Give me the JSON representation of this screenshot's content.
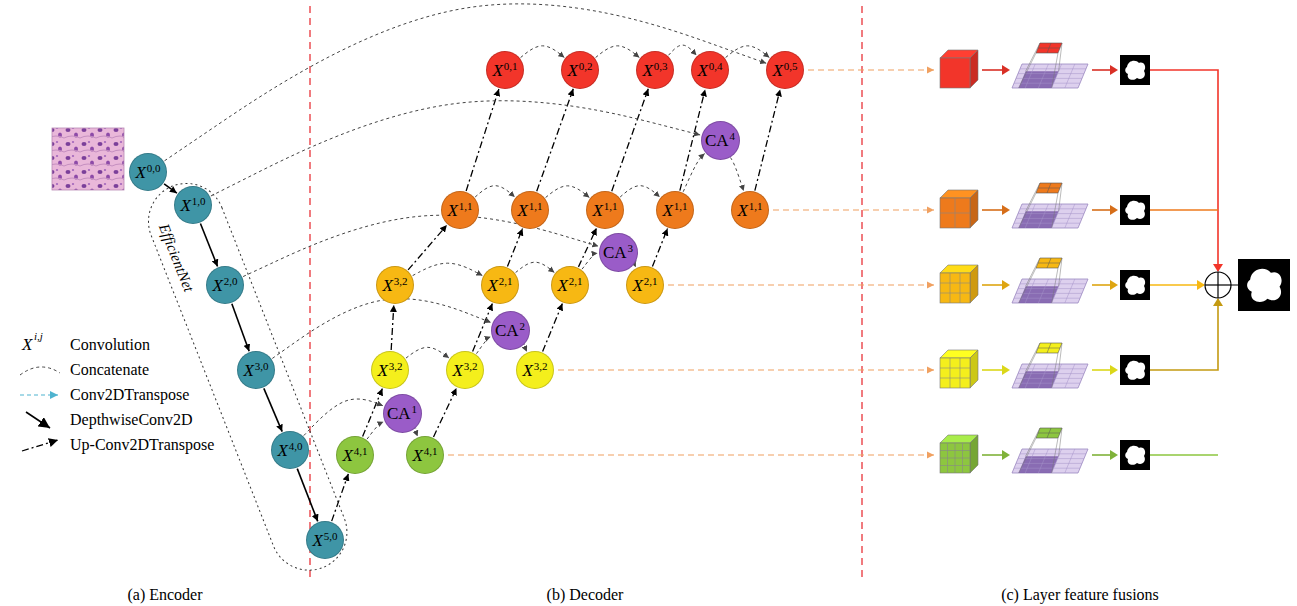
{
  "diagram": {
    "nodes": [
      {
        "text": [
          "X",
          "0,0"
        ]
      },
      {
        "text": [
          "EfficientNet"
        ]
      },
      {
        "text": [
          "X",
          "1,0"
        ],
        "in": 1
      },
      {
        "text": [
          "X",
          "2,0"
        ],
        "in": 1
      },
      {
        "text": [
          "X",
          "3,0"
        ],
        "in": 1
      },
      {
        "text": [
          "X",
          "4,0"
        ],
        "in": 1
      },
      {
        "text": [
          "X",
          "5,0"
        ],
        "in": 1
      },
      {
        "text": [
          "X",
          "0,1"
        ]
      },
      {
        "text": [
          "X",
          "0,2"
        ]
      },
      {
        "text": [
          "X",
          "0,3"
        ]
      },
      {
        "text": [
          "X",
          "0,4"
        ]
      },
      {
        "text": [
          "X",
          "0,5"
        ]
      },
      {
        "text": [
          "CA",
          "4"
        ]
      },
      {
        "text": [
          "X",
          "1,1"
        ]
      },
      {
        "text": [
          "X",
          "1,1"
        ]
      },
      {
        "text": [
          "X",
          "1,1"
        ]
      },
      {
        "text": [
          "X",
          "1,1"
        ]
      },
      {
        "text": [
          "X",
          "1,1"
        ]
      },
      {
        "text": [
          "CA",
          "3"
        ]
      },
      {
        "text": [
          "X",
          "3,2"
        ]
      },
      {
        "text": [
          "X",
          "2,1"
        ]
      },
      {
        "text": [
          "X",
          "2,1"
        ]
      },
      {
        "text": [
          "X",
          "2,1"
        ]
      },
      {
        "text": [
          "CA",
          "2"
        ]
      },
      {
        "text": [
          "X",
          "3,2"
        ]
      },
      {
        "text": [
          "X",
          "3,2"
        ]
      },
      {
        "text": [
          "X",
          "3,2"
        ]
      },
      {
        "text": [
          "CA",
          "1"
        ]
      },
      {
        "text": [
          "X",
          "4,1"
        ]
      },
      {
        "text": [
          "X",
          "4,1"
        ]
      }
    ],
    "edges": [
      {
        "from": 0,
        "to": 2,
        "arrow": "to"
      },
      {
        "from": 2,
        "to": 3,
        "arrow": "to"
      },
      {
        "from": 3,
        "to": 4,
        "arrow": "to"
      },
      {
        "from": 4,
        "to": 5,
        "arrow": "to"
      },
      {
        "from": 5,
        "to": 6,
        "arrow": "to"
      },
      {
        "from": 6,
        "to": 28,
        "arrow": "to"
      },
      {
        "from": 28,
        "to": 24,
        "arrow": "to"
      },
      {
        "from": 24,
        "to": 19,
        "arrow": "to"
      },
      {
        "from": 19,
        "to": 13,
        "arrow": "to"
      },
      {
        "from": 13,
        "to": 7,
        "arrow": "to"
      },
      {
        "from": 29,
        "to": 25,
        "arrow": "to"
      },
      {
        "from": 25,
        "to": 20,
        "arrow": "to"
      },
      {
        "from": 20,
        "to": 14,
        "arrow": "to"
      },
      {
        "from": 14,
        "to": 8,
        "arrow": "to"
      },
      {
        "from": 26,
        "to": 21,
        "arrow": "to"
      },
      {
        "from": 21,
        "to": 15,
        "arrow": "to"
      },
      {
        "from": 15,
        "to": 9,
        "arrow": "to"
      },
      {
        "from": 22,
        "to": 16,
        "arrow": "to"
      },
      {
        "from": 16,
        "to": 10,
        "arrow": "to"
      },
      {
        "from": 17,
        "to": 11,
        "arrow": "to"
      },
      {
        "from": 0,
        "to": 11,
        "arrow": "to"
      },
      {
        "from": 7,
        "to": 8,
        "arrow": "to"
      },
      {
        "from": 8,
        "to": 9,
        "arrow": "to"
      },
      {
        "from": 9,
        "to": 10,
        "arrow": "to"
      },
      {
        "from": 10,
        "to": 11,
        "arrow": "to"
      },
      {
        "from": 2,
        "to": 12,
        "arrow": "to"
      },
      {
        "from": 16,
        "to": 12,
        "arrow": "to"
      },
      {
        "from": 12,
        "to": 17,
        "arrow": "to"
      },
      {
        "from": 13,
        "to": 14,
        "arrow": "to"
      },
      {
        "from": 14,
        "to": 15,
        "arrow": "to"
      },
      {
        "from": 15,
        "to": 16,
        "arrow": "to"
      },
      {
        "from": 3,
        "to": 18,
        "arrow": "to"
      },
      {
        "from": 21,
        "to": 18,
        "arrow": "to"
      },
      {
        "from": 18,
        "to": 22,
        "arrow": "to"
      },
      {
        "from": 19,
        "to": 20,
        "arrow": "to"
      },
      {
        "from": 20,
        "to": 21,
        "arrow": "to"
      },
      {
        "from": 4,
        "to": 23,
        "arrow": "to"
      },
      {
        "from": 25,
        "to": 23,
        "arrow": "to"
      },
      {
        "from": 23,
        "to": 26,
        "arrow": "to"
      },
      {
        "from": 24,
        "to": 25,
        "arrow": "to"
      },
      {
        "from": 5,
        "to": 27,
        "arrow": "to"
      },
      {
        "from": 28,
        "to": 27,
        "arrow": "to"
      },
      {
        "from": 27,
        "to": 29,
        "arrow": "to"
      }
    ],
    "labels": [
      "X",
      "i,j",
      "(a) Encoder",
      "(b) Decoder",
      "(c) Layer feature fusions"
    ],
    "legend": [
      {
        "text": "Convolution"
      },
      {
        "text": "Concatenate"
      },
      {
        "text": "Conv2DTranspose"
      },
      {
        "text": "DepthwiseConv2D"
      },
      {
        "text": "Up-Conv2DTranspose"
      }
    ]
  }
}
